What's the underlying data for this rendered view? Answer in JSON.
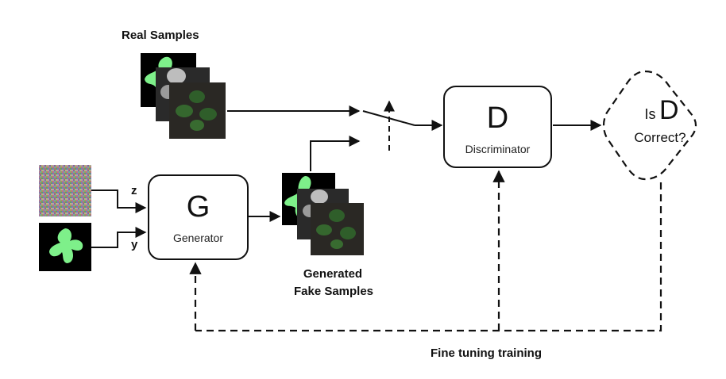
{
  "labels": {
    "real_samples": "Real Samples",
    "generated_line1": "Generated",
    "generated_line2": "Fake Samples",
    "fine_tuning": "Fine tuning training",
    "z": "z",
    "y": "y"
  },
  "generator": {
    "letter": "G",
    "name": "Generator"
  },
  "discriminator": {
    "letter": "D",
    "name": "Discriminator"
  },
  "decision": {
    "prefix": "Is",
    "letter": "D",
    "line2": "Correct?"
  },
  "colors": {
    "line": "#111111",
    "mask_green": "#7ef08a",
    "mask_bg": "#000000",
    "photo_bg": "#2a2824",
    "photo_leaf": "#2f5e2a"
  }
}
